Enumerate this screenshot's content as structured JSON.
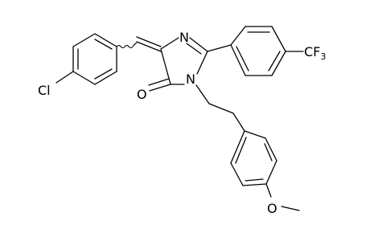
{
  "structure": {
    "atom_labels": {
      "chloro": "Cl",
      "imine_nitrogen": "N",
      "amide_nitrogen": "N",
      "carbonyl_oxygen": "O",
      "methoxy_oxygen": "O",
      "trifluoromethyl_carbon": "CF",
      "trifluoromethyl_count": "3"
    },
    "colors": {
      "ink": "#000000",
      "background": "#ffffff"
    }
  }
}
